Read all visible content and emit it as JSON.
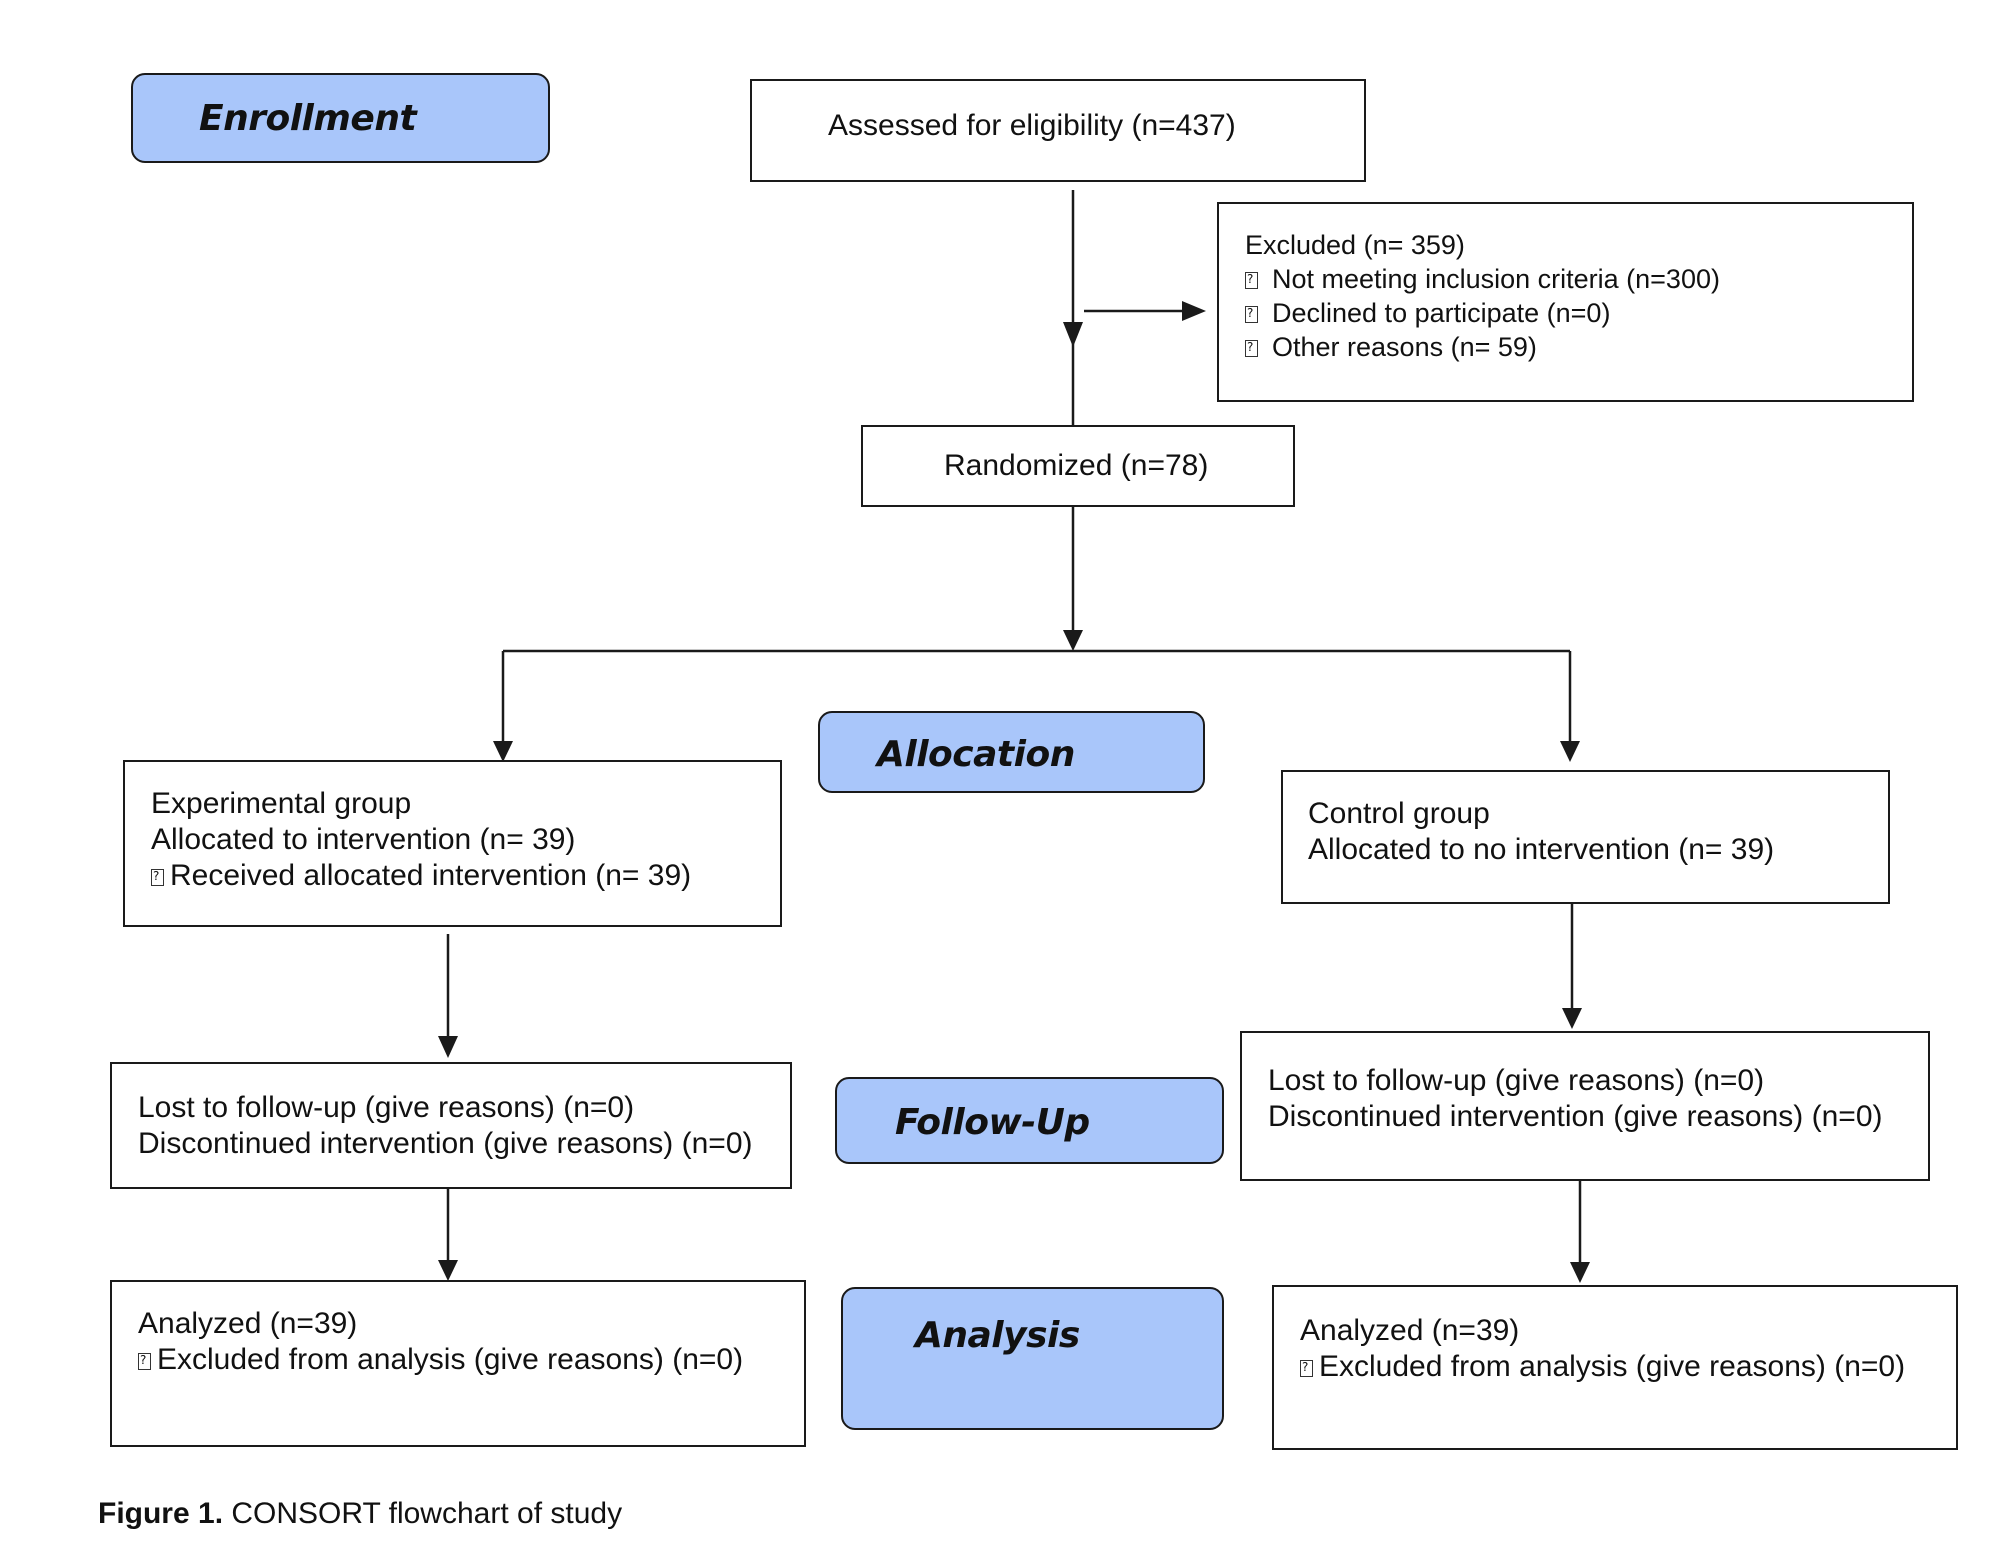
{
  "stages": {
    "enrollment": "Enrollment",
    "allocation": "Allocation",
    "follow_up": "Follow-Up",
    "analysis": "Analysis"
  },
  "assessed": "Assessed for eligibility (n=437)",
  "excluded": {
    "title": "Excluded  (n= 359)",
    "items": [
      "Not meeting inclusion criteria (n=300)",
      "Declined to participate (n=0)",
      "Other reasons (n= 59)"
    ]
  },
  "randomized": "Randomized (n=78)",
  "experimental": {
    "line1": "Experimental group",
    "line2": "Allocated to intervention (n= 39)",
    "line3": "Received allocated intervention (n= 39)",
    "followup1": "Lost to follow-up (give reasons) (n=0)",
    "followup2": "Discontinued intervention (give reasons) (n=0)",
    "analyzed": "Analyzed  (n=39)",
    "excluded_analysis": "Excluded from analysis (give reasons) (n=0)"
  },
  "control": {
    "line1": "Control group",
    "line2": "Allocated to no intervention (n= 39)",
    "followup1": "Lost to follow-up (give reasons) (n=0)",
    "followup2": "Discontinued intervention (give reasons) (n=0)",
    "analyzed": "Analyzed  (n=39)",
    "excluded_analysis": "Excluded from analysis (give reasons) (n=0)"
  },
  "caption": {
    "label": "Figure 1.",
    "text": "CONSORT flowchart of study"
  },
  "colors": {
    "stage_fill": "#a9c6fa",
    "line": "#1a1a1a"
  }
}
